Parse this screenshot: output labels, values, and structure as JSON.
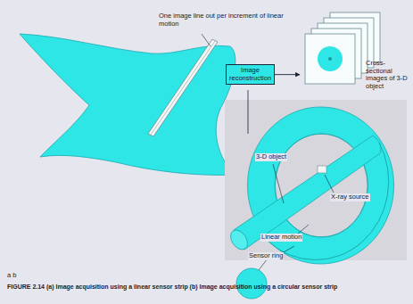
{
  "diagram": {
    "caption": "FIGURE 2.14 (a) Image acquisition using a linear sensor strip (b) Image acquisition using a circular sensor strip",
    "nodes": [
      {
        "text": [
          "Image reconstruction"
        ]
      },
      {
        "text": [
          "Cross-sectional images of 3-D object"
        ]
      }
    ],
    "edges": [
      {
        "from": 0,
        "to": 1,
        "arrow": "to"
      }
    ],
    "labels": [
      "One image line out per increment of linear motion",
      "3-D object",
      "X-ray source",
      "Linear motion",
      "Sensor ring",
      "a b"
    ]
  }
}
